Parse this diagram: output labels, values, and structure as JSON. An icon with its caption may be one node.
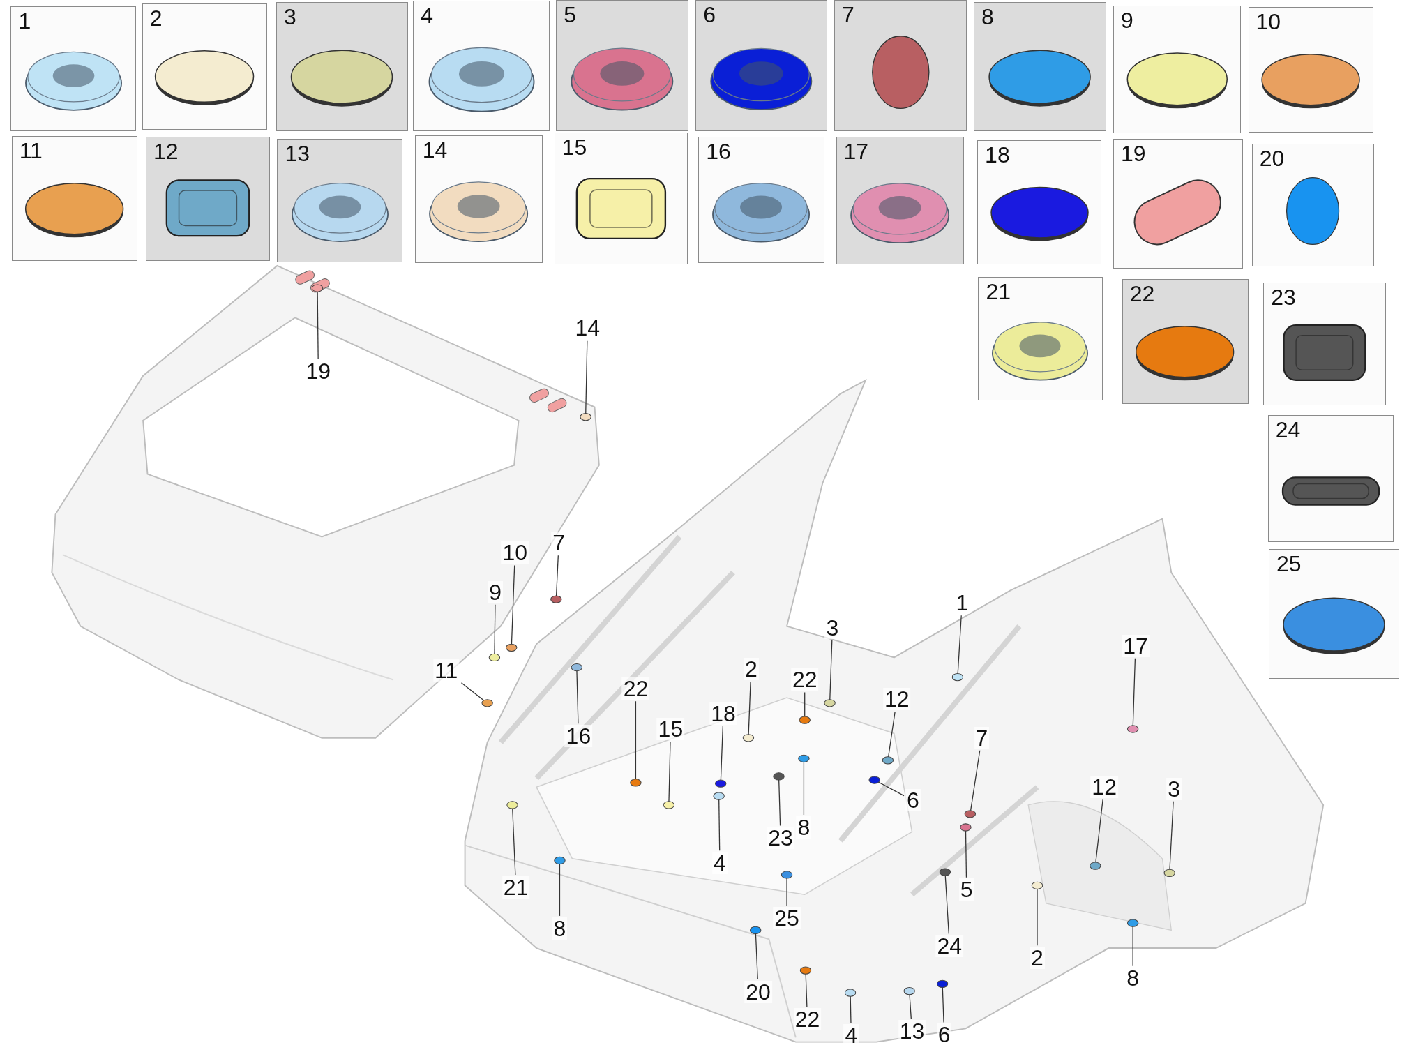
{
  "diagram": {
    "nodes": [
      {
        "text": [
          "1"
        ]
      },
      {
        "text": [
          "2"
        ]
      },
      {
        "text": [
          "3"
        ]
      },
      {
        "text": [
          "4"
        ]
      },
      {
        "text": [
          "5"
        ]
      },
      {
        "text": [
          "6"
        ]
      },
      {
        "text": [
          "7"
        ]
      },
      {
        "text": [
          "8"
        ]
      },
      {
        "text": [
          "9"
        ]
      },
      {
        "text": [
          "10"
        ]
      },
      {
        "text": [
          "11"
        ]
      },
      {
        "text": [
          "12"
        ]
      },
      {
        "text": [
          "13"
        ]
      },
      {
        "text": [
          "14"
        ]
      },
      {
        "text": [
          "15"
        ]
      },
      {
        "text": [
          "16"
        ]
      },
      {
        "text": [
          "17"
        ]
      },
      {
        "text": [
          "18"
        ]
      },
      {
        "text": [
          "19"
        ]
      },
      {
        "text": [
          "20"
        ]
      },
      {
        "text": [
          "21"
        ]
      },
      {
        "text": [
          "22"
        ]
      },
      {
        "text": [
          "23"
        ]
      },
      {
        "text": [
          "24"
        ]
      },
      {
        "text": [
          "25"
        ]
      },
      {
        "text": [
          "19"
        ]
      },
      {
        "text": [
          "14"
        ]
      },
      {
        "text": [
          "7"
        ]
      },
      {
        "text": [
          "10"
        ]
      },
      {
        "text": [
          "9"
        ]
      },
      {
        "text": [
          "11"
        ]
      },
      {
        "text": [
          "16"
        ]
      },
      {
        "text": [
          "22"
        ]
      },
      {
        "text": [
          "15"
        ]
      },
      {
        "text": [
          "18"
        ]
      },
      {
        "text": [
          "2"
        ]
      },
      {
        "text": [
          "22"
        ]
      },
      {
        "text": [
          "3"
        ]
      },
      {
        "text": [
          "1"
        ]
      },
      {
        "text": [
          "12"
        ]
      },
      {
        "text": [
          "6"
        ]
      },
      {
        "text": [
          "7"
        ]
      },
      {
        "text": [
          "17"
        ]
      },
      {
        "text": [
          "12"
        ]
      },
      {
        "text": [
          "3"
        ]
      },
      {
        "text": [
          "23"
        ]
      },
      {
        "text": [
          "8"
        ]
      },
      {
        "text": [
          "4"
        ]
      },
      {
        "text": [
          "21"
        ]
      },
      {
        "text": [
          "8"
        ]
      },
      {
        "text": [
          "25"
        ]
      },
      {
        "text": [
          "5"
        ]
      },
      {
        "text": [
          "24"
        ]
      },
      {
        "text": [
          "20"
        ]
      },
      {
        "text": [
          "22"
        ]
      },
      {
        "text": [
          "4"
        ]
      },
      {
        "text": [
          "13"
        ]
      },
      {
        "text": [
          "6"
        ]
      },
      {
        "text": [
          "2"
        ]
      },
      {
        "text": [
          "8"
        ]
      },
      {
        "text": [],
        "shape": "circle"
      },
      {
        "text": [],
        "shape": "circle"
      },
      {
        "text": [],
        "shape": "circle"
      },
      {
        "text": [],
        "shape": "circle"
      },
      {
        "text": [],
        "shape": "circle"
      },
      {
        "text": [],
        "shape": "circle"
      },
      {
        "text": [],
        "shape": "circle"
      },
      {
        "text": [],
        "shape": "circle"
      },
      {
        "text": [],
        "shape": "circle"
      },
      {
        "text": [],
        "shape": "circle"
      },
      {
        "text": [],
        "shape": "circle"
      },
      {
        "text": [],
        "shape": "circle"
      },
      {
        "text": [],
        "shape": "circle"
      },
      {
        "text": [],
        "shape": "circle"
      },
      {
        "text": [],
        "shape": "circle"
      },
      {
        "text": [],
        "shape": "circle"
      },
      {
        "text": [],
        "shape": "circle"
      },
      {
        "text": [],
        "shape": "circle"
      },
      {
        "text": [],
        "shape": "circle"
      },
      {
        "text": [],
        "shape": "circle"
      },
      {
        "text": [],
        "shape": "circle"
      },
      {
        "text": [],
        "shape": "circle"
      },
      {
        "text": [],
        "shape": "circle"
      },
      {
        "text": [],
        "shape": "circle"
      },
      {
        "text": [],
        "shape": "circle"
      },
      {
        "text": [],
        "shape": "circle"
      },
      {
        "text": [],
        "shape": "circle"
      },
      {
        "text": [],
        "shape": "circle"
      },
      {
        "text": [],
        "shape": "circle"
      },
      {
        "text": [],
        "shape": "circle"
      },
      {
        "text": [],
        "shape": "circle"
      },
      {
        "text": [],
        "shape": "circle"
      },
      {
        "text": [],
        "shape": "circle"
      },
      {
        "text": [],
        "shape": "circle"
      },
      {
        "text": [],
        "shape": "circle"
      }
    ],
    "edges": [
      {
        "from": 25,
        "to": 60,
        "arrow": "none"
      },
      {
        "from": 26,
        "to": 61,
        "arrow": "none"
      },
      {
        "from": 27,
        "to": 62,
        "arrow": "none"
      },
      {
        "from": 28,
        "to": 63,
        "arrow": "none"
      },
      {
        "from": 29,
        "to": 64,
        "arrow": "none"
      },
      {
        "from": 30,
        "to": 65,
        "arrow": "none"
      },
      {
        "from": 31,
        "to": 66,
        "arrow": "none"
      },
      {
        "from": 32,
        "to": 67,
        "arrow": "none"
      },
      {
        "from": 33,
        "to": 68,
        "arrow": "none"
      },
      {
        "from": 34,
        "to": 69,
        "arrow": "none"
      },
      {
        "from": 35,
        "to": 70,
        "arrow": "none"
      },
      {
        "from": 36,
        "to": 71,
        "arrow": "none"
      },
      {
        "from": 37,
        "to": 72,
        "arrow": "none"
      },
      {
        "from": 38,
        "to": 73,
        "arrow": "none"
      },
      {
        "from": 39,
        "to": 74,
        "arrow": "none"
      },
      {
        "from": 40,
        "to": 75,
        "arrow": "none"
      },
      {
        "from": 41,
        "to": 76,
        "arrow": "none"
      },
      {
        "from": 42,
        "to": 77,
        "arrow": "none"
      },
      {
        "from": 43,
        "to": 78,
        "arrow": "none"
      },
      {
        "from": 44,
        "to": 79,
        "arrow": "none"
      },
      {
        "from": 45,
        "to": 80,
        "arrow": "none"
      },
      {
        "from": 46,
        "to": 81,
        "arrow": "none"
      },
      {
        "from": 47,
        "to": 82,
        "arrow": "none"
      },
      {
        "from": 48,
        "to": 83,
        "arrow": "none"
      },
      {
        "from": 49,
        "to": 84,
        "arrow": "none"
      },
      {
        "from": 50,
        "to": 85,
        "arrow": "none"
      },
      {
        "from": 51,
        "to": 86,
        "arrow": "none"
      },
      {
        "from": 52,
        "to": 87,
        "arrow": "none"
      },
      {
        "from": 53,
        "to": 88,
        "arrow": "none"
      },
      {
        "from": 54,
        "to": 89,
        "arrow": "none"
      },
      {
        "from": 55,
        "to": 90,
        "arrow": "none"
      },
      {
        "from": 56,
        "to": 91,
        "arrow": "none"
      },
      {
        "from": 57,
        "to": 92,
        "arrow": "none"
      },
      {
        "from": 58,
        "to": 93,
        "arrow": "none"
      },
      {
        "from": 59,
        "to": 94,
        "arrow": "none"
      }
    ]
  }
}
